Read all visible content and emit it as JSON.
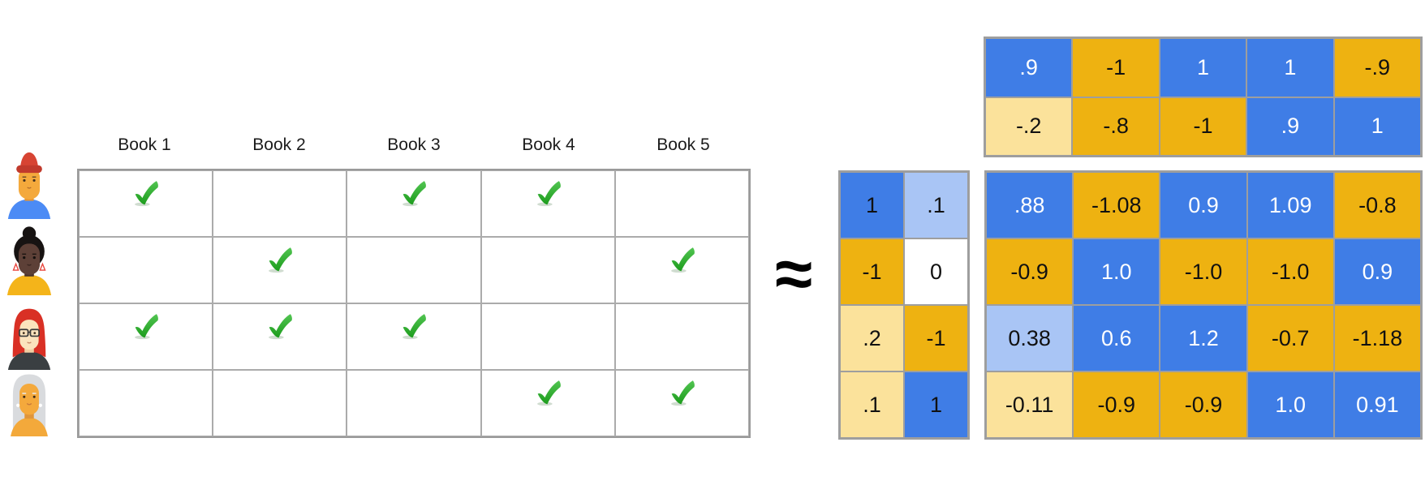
{
  "diagram": {
    "approx_symbol": "≈"
  },
  "colors": {
    "blue": "#3F7DE6",
    "light_blue": "#A9C5F5",
    "gold": "#EEB211",
    "cream": "#FBE29B",
    "white_cell": "#FFFFFF",
    "check_green": "#2FAE2F",
    "grid_border": "#9E9E9E",
    "text_dark": "#111111",
    "text_light": "#FFFFFF"
  },
  "ratings_table": {
    "column_headers": [
      "Book 1",
      "Book 2",
      "Book 3",
      "Book 4",
      "Book 5"
    ],
    "users": [
      {
        "avatar_icon": "person-red-beanie-avatar",
        "checks": [
          true,
          false,
          true,
          true,
          false
        ]
      },
      {
        "avatar_icon": "person-bun-earrings-avatar",
        "checks": [
          false,
          true,
          false,
          false,
          true
        ]
      },
      {
        "avatar_icon": "person-red-hair-glasses-avatar",
        "checks": [
          true,
          true,
          true,
          false,
          false
        ]
      },
      {
        "avatar_icon": "person-gray-hair-avatar",
        "checks": [
          false,
          false,
          false,
          true,
          true
        ]
      }
    ]
  },
  "item_embedding_matrix": {
    "rows": [
      [
        {
          "v": ".9",
          "bg": "blue",
          "fg": "light"
        },
        {
          "v": "-1",
          "bg": "gold",
          "fg": "dark"
        },
        {
          "v": "1",
          "bg": "blue",
          "fg": "light"
        },
        {
          "v": "1",
          "bg": "blue",
          "fg": "light"
        },
        {
          "v": "-.9",
          "bg": "gold",
          "fg": "dark"
        }
      ],
      [
        {
          "v": "-.2",
          "bg": "cream",
          "fg": "dark"
        },
        {
          "v": "-.8",
          "bg": "gold",
          "fg": "dark"
        },
        {
          "v": "-1",
          "bg": "gold",
          "fg": "dark"
        },
        {
          "v": ".9",
          "bg": "blue",
          "fg": "light"
        },
        {
          "v": "1",
          "bg": "blue",
          "fg": "light"
        }
      ]
    ]
  },
  "user_embedding_matrix": {
    "rows": [
      [
        {
          "v": "1",
          "bg": "blue",
          "fg": "dark"
        },
        {
          "v": ".1",
          "bg": "light_blue",
          "fg": "dark"
        }
      ],
      [
        {
          "v": "-1",
          "bg": "gold",
          "fg": "dark"
        },
        {
          "v": "0",
          "bg": "white",
          "fg": "dark"
        }
      ],
      [
        {
          "v": ".2",
          "bg": "cream",
          "fg": "dark"
        },
        {
          "v": "-1",
          "bg": "gold",
          "fg": "dark"
        }
      ],
      [
        {
          "v": ".1",
          "bg": "cream",
          "fg": "dark"
        },
        {
          "v": "1",
          "bg": "blue",
          "fg": "dark"
        }
      ]
    ]
  },
  "predicted_matrix": {
    "rows": [
      [
        {
          "v": ".88",
          "bg": "blue",
          "fg": "light"
        },
        {
          "v": "-1.08",
          "bg": "gold",
          "fg": "dark"
        },
        {
          "v": "0.9",
          "bg": "blue",
          "fg": "light"
        },
        {
          "v": "1.09",
          "bg": "blue",
          "fg": "light"
        },
        {
          "v": "-0.8",
          "bg": "gold",
          "fg": "dark"
        }
      ],
      [
        {
          "v": "-0.9",
          "bg": "gold",
          "fg": "dark"
        },
        {
          "v": "1.0",
          "bg": "blue",
          "fg": "light"
        },
        {
          "v": "-1.0",
          "bg": "gold",
          "fg": "dark"
        },
        {
          "v": "-1.0",
          "bg": "gold",
          "fg": "dark"
        },
        {
          "v": "0.9",
          "bg": "blue",
          "fg": "light"
        }
      ],
      [
        {
          "v": "0.38",
          "bg": "light_blue",
          "fg": "dark"
        },
        {
          "v": "0.6",
          "bg": "blue",
          "fg": "light"
        },
        {
          "v": "1.2",
          "bg": "blue",
          "fg": "light"
        },
        {
          "v": "-0.7",
          "bg": "gold",
          "fg": "dark"
        },
        {
          "v": "-1.18",
          "bg": "gold",
          "fg": "dark"
        }
      ],
      [
        {
          "v": "-0.11",
          "bg": "cream",
          "fg": "dark"
        },
        {
          "v": "-0.9",
          "bg": "gold",
          "fg": "dark"
        },
        {
          "v": "-0.9",
          "bg": "gold",
          "fg": "dark"
        },
        {
          "v": "1.0",
          "bg": "blue",
          "fg": "light"
        },
        {
          "v": "0.91",
          "bg": "blue",
          "fg": "light"
        }
      ]
    ]
  }
}
